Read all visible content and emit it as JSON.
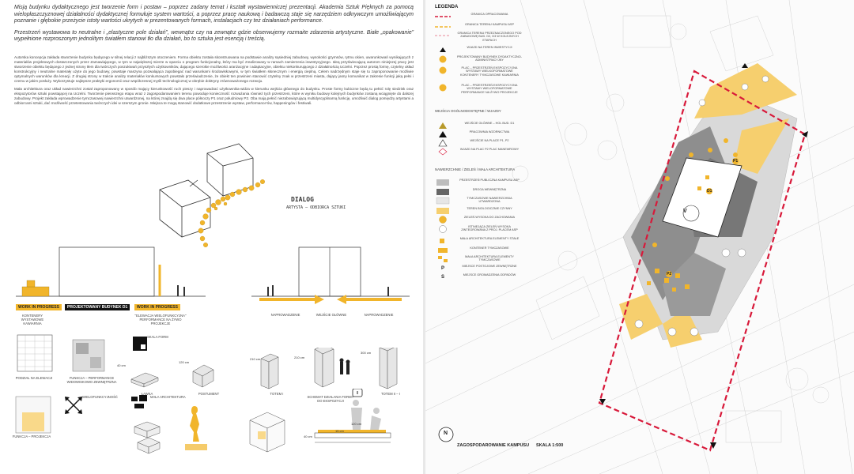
{
  "left_panel": {
    "intro_paragraphs": [
      "Misją budynku dydaktycznego jest tworzenie form i postaw – poprzez zadany temat i kształt wystawienniczej prezentacji. Akademia Sztuk Pięknych za pomocą wielopłaszczyznowej działalności dydaktycznej formułuje system wartości, a poprzez pracę naukową i badawczą staje się narzędziem odkrywczym umożliwiającym poznanie i głębokie przeżycie istoty wartości ukrytych w prezentowanych formach, instalacjach czy też działaniach performance.",
      "Przestrzeń wystawowa to neutralne i „elastyczne pole działań”, wewnątrz czy na zewnątrz gdzie obserwujemy rozmaite zdarzenia artystyczne. Białe „opakowanie” wypełnione rozproszonym jednolitym światłem stanowi tło dla działań, bo to sztuka jest esencją i treścią."
    ],
    "body_paragraphs": [
      "Autorska koncepcja zakłada stworzenie budynku będącego w silnej relacji z najbliższym otoczeniem. Forma obiektu została skonstruowana na podstawie analizy sąsiedniej zabudowy, wysokości gzymsów, rytmu okien, uwarunkowań wynikających z materiałów projektowych dostarczonych przez Zamawiającego, w tym w największej mierze w oparciu o program funkcjonalny, który ma być zrealizowany w ramach zamierzenia inwestycyjnego. Ideą przyświecającą autorom niniejszej pracy jest stworzenie obiektu będącego z jednej strony tłem dla twórczych poszukiwań przyszłych użytkowników, dającego szerokie możliwości aranżacyjne i adaptacyjne, obiektu niekonkurującego z działalnością Uczelni. Poprzez prostą formę, czytelny układ konstrukcyjny i neutralne materiały użyte do jego budowy, powstaje maszyna pozwalająca zapobiegać nad warunkami środowiskowymi, w tym światłem słonecznym i energią cieplną. Celem nadrzędnym staje się tu zaproponowanie możliwie optymalnych warunków dla kreacji. Z drugiej strony w trakcie analizy materiałów konkursowych powstało przeświadczenie, że obiekt ten powinien stanowić czytelny znak w przestrzeni miasta, dający jasny komunikat w zakresie funkcji jaką pełni i czemu w jakim posłuży. Wykorzystuje najlepsze praktyki ergonomii oraz współczesnej myśli technologicznej w obrębie doktryny zrównoważonego rozwoju.",
      "Mała architektura oraz układ nawierzchni został zaproponowany w sposób mający kierunkowość ruch pieszy i naprowadzać użytkownika-widza w kierunku wejścia głównego do budynku. Proste formy kubiczne będą tu pełnić rolę siedzisk oraz ekspozytorów sztuki powstającej na Uczelni. Tworzenie pierwszego etapu wraz z zagospodarowaniem terenu powoduje konieczność rozważania również tych przestrzeni, które w wyniku budowy kolejnych budynków zostaną wciągnięte do dalszej zabudowy. Projekt zakłada wprowadzenie tymczasowej nawierzchni utwardzonej, na której znajdą się dwa place północzy P1 oraz południowy P2. Oba mają pełnić niezabowiązującą multidyscyplinarną funkcję, umożliwić dialog pomiędzy artystami a odbiorcami sztuki, dać możliwość przetestowania twórczych idei w szerszym gronie. Miejsca te mogą stanowić dodatkowe przestrzenie wystaw, performance'ów, happeningów i festiwali."
    ],
    "dialog_title": "DIALOG",
    "dialog_sub": "ARTYSTA – ODBIORCA SZTUKI",
    "tags": {
      "work_in_progress_1": "WORK IN PROGRESS",
      "projected_building": "PROJEKTOWANY BUDYNEK D1",
      "work_in_progress_2": "WORK IN PROGRESS"
    },
    "labels": {
      "containers": "KONTENERY WYSTAWOWE KAWIARNIA",
      "elevation": "\"ELEWACJA WIELOFUNKCYJNA\" PERFORMANCE NA ŻYWO PROJEKCJE",
      "approach": "NAPROWADZENIE",
      "main_entrance": "WEJŚCIE GŁÓWNE",
      "approach2": "NAPROWADZENIE",
      "scale_forms": "SKALA FORM",
      "facade_pattern": "PODZIAŁ NA ELEWACJI",
      "function_performance": "FUNKCJA – PERFORMANCE WIDOWISKOWO ZEWNĘTRZNA",
      "lawka": "ŁAWKA",
      "postument": "POSTUMENT",
      "totem1": "TOTEM I",
      "totem2": "TOTEM II – I",
      "multifunction": "WIELOFUNKCYJNOŚĆ",
      "small_arch": "MAŁA ARCHITEKTURA",
      "function_projection": "FUNKCJA – PROJEKCJA",
      "scheme": "SCHEMAT DZIAŁANIA FORMY DO EKSPOZYCJI"
    },
    "dimensions": {
      "d40": "40 cm",
      "d120": "120 cm",
      "d210a": "210 cm",
      "d210b": "210 cm",
      "d300": "300 cm",
      "d120b": "120 cm",
      "d40b": "40 cm",
      "d15": "15 cm"
    }
  },
  "legend": {
    "title": "LEGENDA",
    "items": [
      {
        "label": "GRANICA OPRACOWANIA"
      },
      {
        "label": "GRANICA TERENU KAMPUSU ASP"
      },
      {
        "label": "GRANICA TERENU PRZEZNACZONEGO POD ZABUDOWĘ BUD. D2, D3 W KOLEJNYCH ETAPACH"
      },
      {
        "label": "WJAZD NA TEREN INWESTYCJI"
      },
      {
        "label": "PROJEKTOWANY BUDYNEK DYDAKTYCZNO-ADMINISTRACYJNY"
      },
      {
        "label": "PLAC – PRZESTRZEŃ EKSPOZYCYJNA WYSTAWY WIELKOFORMATOWE KONTENERY TYMCZASOWE KAWIARNIA"
      },
      {
        "label": "PLAC – PRZESTRZEŃ EKSPOZYCYJNA WYSTAWY WIELOFORMATOWE PERFORMANCE NA ŻYWO PROJEKCJE"
      }
    ],
    "section_entrances": "WEJŚCIA OGÓLNODOSTĘPNE / WJAZDY",
    "entrances": [
      {
        "label": "WEJŚCIE GŁÓWNE – HOL BUD. D1"
      },
      {
        "label": "PRACOWNIA WZORNICTWA"
      },
      {
        "label": "WEJŚCIE NA PLACE P1, P2"
      },
      {
        "label": "WJAZD NA PLAC P2 PLAC MANEWROWY"
      }
    ],
    "section_surfaces": "NAWIERZCHNIE / ZIELEŃ / MAŁA ARCHITEKTURA",
    "surfaces": [
      {
        "label": "PRZESTRZEŃ PUBLICZNA KAMPUSU ASP"
      },
      {
        "label": "DROGA WEWNĘTRZNA"
      },
      {
        "label": "TYMCZASOWE NAWIERZCHNIA UTWARDZONA"
      },
      {
        "label": "TEREN BIOLOGICZNIE CZYNNY"
      },
      {
        "label": "ZIELEŃ WYSOKA DO ZACHOWANIA"
      },
      {
        "label": "ISTNIEJĄCA ZIELEŃ WYSOKA ZINTEGROWANA Z PROJ. PLACEM ASP"
      },
      {
        "label": "MAŁA ARCHITEKTURA ELEMENTY STAŁE"
      },
      {
        "label": "KONTENER TYMCZASOWE"
      },
      {
        "label": "MAŁA ARCHITEKTURA ELEMENTY TYMCZASOWE"
      },
      {
        "label": "MIEJSCE POSTOJOWE ZEWNĘTRZNE",
        "symbol": "P"
      },
      {
        "label": "MIEJSCE GROMADZENIA ODPADÓW",
        "symbol": "S"
      }
    ]
  },
  "map": {
    "building_label": "V",
    "d1": "D1",
    "p1": "P1",
    "p2": "P2",
    "north": "N",
    "footer_title": "ZAGOSPODAROWANIE KAMPUSU",
    "footer_scale": "SKALA 1:500"
  },
  "colors": {
    "accent": "#f1b52b",
    "boundary": "#d8193a",
    "dark": "#555555"
  }
}
